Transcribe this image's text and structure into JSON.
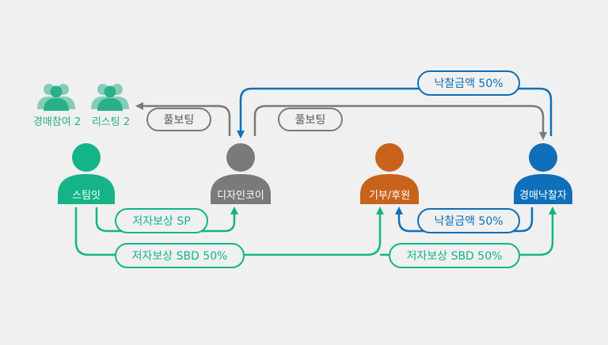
{
  "colors": {
    "steemit": "#14b488",
    "designcoin": "#7a7a7a",
    "donation": "#c9621c",
    "winner": "#0f6fb8",
    "small_group": "#2ab089",
    "background": "#f0f0f0"
  },
  "actors": {
    "steemit": "스팀잇",
    "designcoin": "디자인코이",
    "donation": "기부/후원",
    "winner": "경매낙찰자"
  },
  "groups": {
    "auction_participants": "경매참여 2",
    "listing": "리스팅 2"
  },
  "flows": {
    "full_voting_left": "풀보팅",
    "full_voting_right": "풀보팅",
    "winning_bid_top": "낙찰금액 50%",
    "winning_bid_bottom": "낙찰금액 50%",
    "author_reward_sp": "저자보상 SP",
    "author_reward_sbd_left": "저자보상 SBD 50%",
    "author_reward_sbd_right": "저자보상 SBD 50%"
  }
}
